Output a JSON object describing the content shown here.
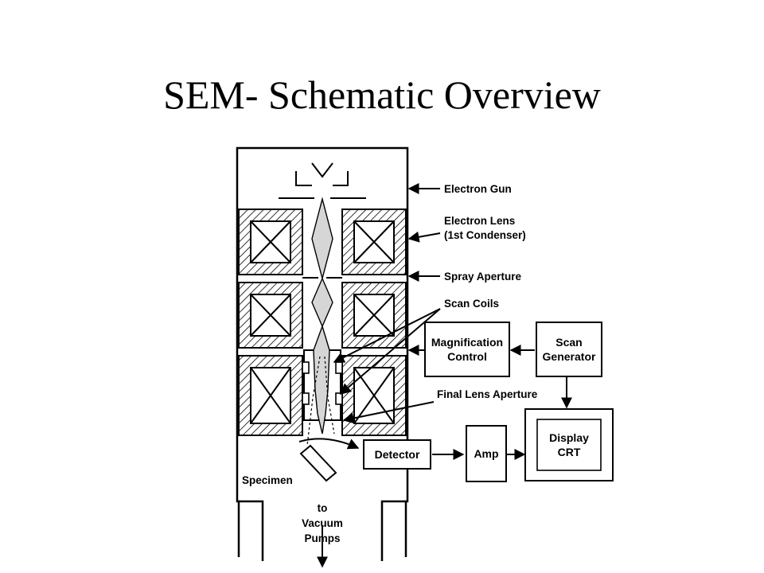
{
  "title": "SEM- Schematic Overview",
  "labels": {
    "electron_gun": "Electron Gun",
    "electron_lens_1": "Electron Lens",
    "electron_lens_2": "(1st Condenser)",
    "spray_aperture": "Spray Aperture",
    "scan_coils": "Scan Coils",
    "final_lens_aperture": "Final Lens Aperture",
    "specimen": "Specimen",
    "to": "to",
    "vacuum": "Vacuum",
    "pumps": "Pumps"
  },
  "boxes": {
    "magnification_1": "Magnification",
    "magnification_2": "Control",
    "scan_gen_1": "Scan",
    "scan_gen_2": "Generator",
    "detector": "Detector",
    "amp": "Amp",
    "display_1": "Display",
    "display_2": "CRT"
  },
  "colors": {
    "ink": "#000000",
    "beam_fill": "#d6d6d6",
    "hatch": "#000000"
  }
}
